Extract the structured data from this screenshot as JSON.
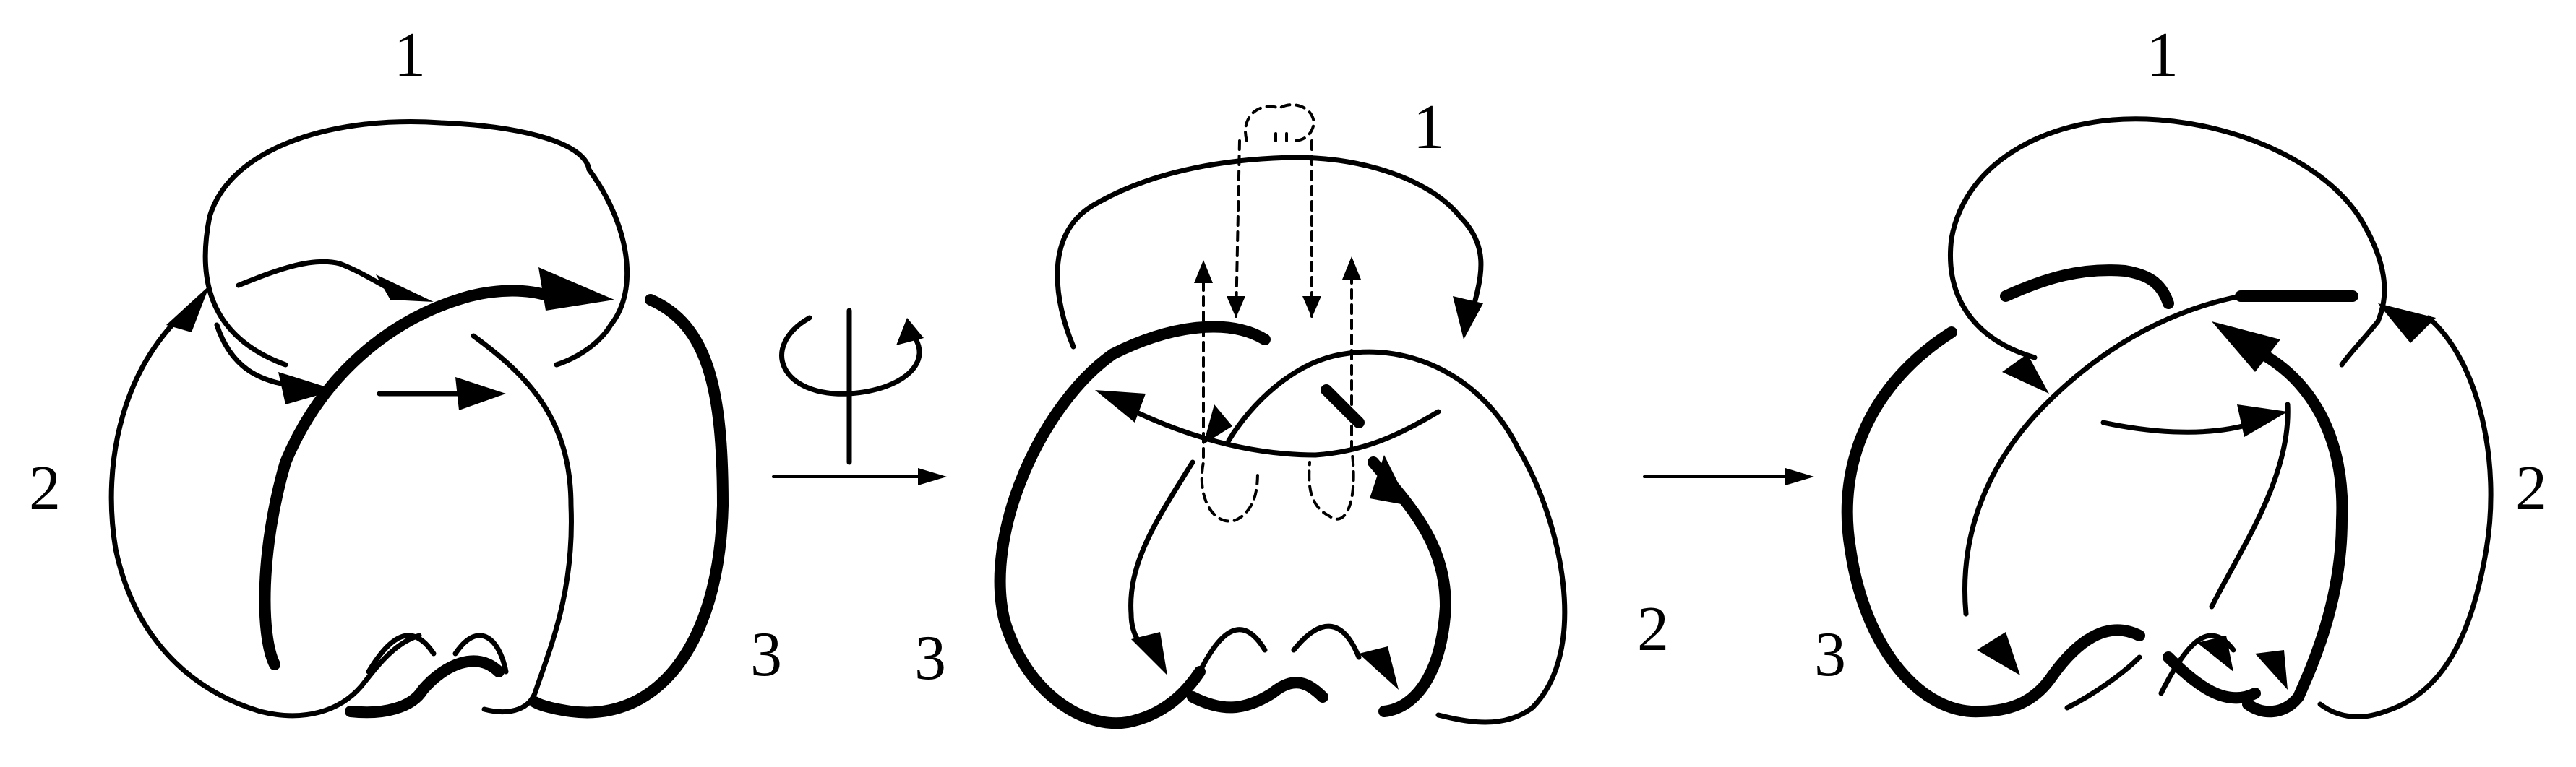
{
  "panels": [
    {
      "labels": [
        "1",
        "2",
        "3"
      ]
    },
    {
      "labels": [
        "1",
        "2",
        "3"
      ]
    },
    {
      "labels": [
        "1",
        "2",
        "3"
      ]
    }
  ],
  "transitions": [
    {
      "icon": "rotation-about-vertical-axis-icon"
    },
    {
      "icon": "right-arrow-icon"
    }
  ]
}
